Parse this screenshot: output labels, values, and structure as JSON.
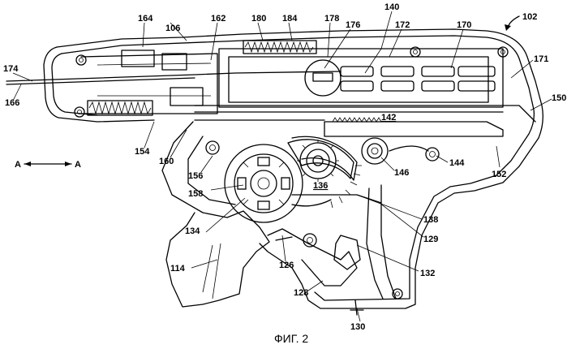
{
  "figure": {
    "caption": "ФИГ. 2",
    "section_marker": "A",
    "labels": {
      "l102": "102",
      "l106": "106",
      "l114": "114",
      "l126": "126",
      "l128": "128",
      "l129": "129",
      "l130": "130",
      "l132": "132",
      "l134": "134",
      "l136": "136",
      "l138": "138",
      "l140": "140",
      "l142": "142",
      "l144": "144",
      "l146": "146",
      "l150": "150",
      "l152": "152",
      "l154": "154",
      "l156": "156",
      "l158": "158",
      "l160": "160",
      "l162": "162",
      "l164": "164",
      "l166": "166",
      "l170": "170",
      "l171": "171",
      "l172": "172",
      "l174": "174",
      "l176": "176",
      "l178": "178",
      "l180": "180",
      "l184": "184"
    }
  }
}
